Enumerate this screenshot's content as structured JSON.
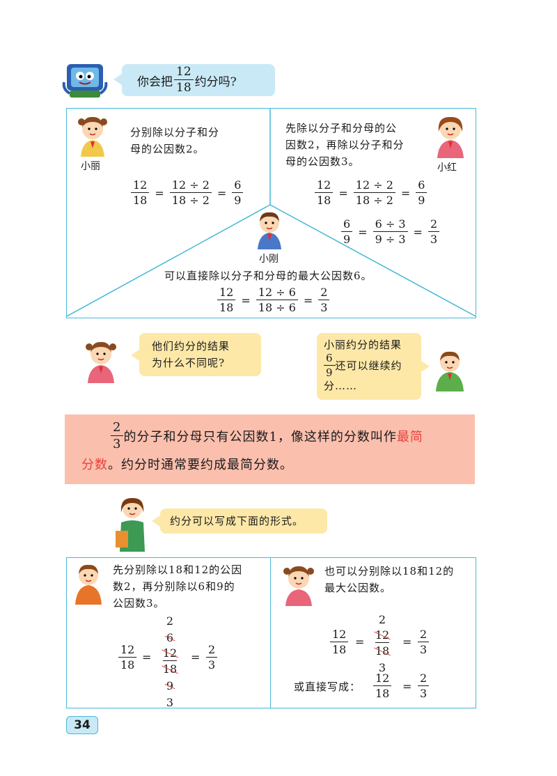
{
  "question": {
    "before": "你会把",
    "fraction": {
      "num": "12",
      "den": "18"
    },
    "after": "约分吗?"
  },
  "top_box": {
    "xiaoli": {
      "name": "小丽",
      "text": [
        "分别除以分子和分",
        "母的公因数2。"
      ],
      "eq": {
        "f1": [
          "12",
          "18"
        ],
        "f2": [
          "12 ÷ 2",
          "18 ÷ 2"
        ],
        "f3": [
          "6",
          "9"
        ]
      }
    },
    "xiaohong": {
      "name": "小红",
      "text": [
        "先除以分子和分母的公",
        "因数2，再除以分子和分",
        "母的公因数3。"
      ],
      "eq1": {
        "f1": [
          "12",
          "18"
        ],
        "f2": [
          "12 ÷ 2",
          "18 ÷ 2"
        ],
        "f3": [
          "6",
          "9"
        ]
      },
      "eq2": {
        "f1": [
          "6",
          "9"
        ],
        "f2": [
          "6 ÷ 3",
          "9 ÷ 3"
        ],
        "f3": [
          "2",
          "3"
        ]
      }
    },
    "xiaogang": {
      "name": "小刚",
      "text": "可以直接除以分子和分母的最大公因数6。",
      "eq": {
        "f1": [
          "12",
          "18"
        ],
        "f2": [
          "12 ÷ 6",
          "18 ÷ 6"
        ],
        "f3": [
          "2",
          "3"
        ]
      }
    }
  },
  "bubble_left": [
    "他们约分的结果",
    "为什么不同呢?"
  ],
  "bubble_right": {
    "line1": "小丽约分的结果",
    "frac": [
      "6",
      "9"
    ],
    "line2": "还可以继续约",
    "line3": "分……"
  },
  "definition": {
    "frac": [
      "2",
      "3"
    ],
    "part1": "的分子和分母只有公因数1，像这样的分数叫作",
    "term1": "最简",
    "term2": "分数",
    "part2": "。约分时通常要约成最简分数。"
  },
  "teacher_bubble": "约分可以写成下面的形式。",
  "bottom_left": {
    "text": [
      "先分别除以18和12的公因",
      "数2，再分别除以6和9的",
      "公因数3。"
    ],
    "stack": [
      "2",
      "6",
      "12",
      "18",
      "9",
      "3"
    ],
    "frac": [
      "12",
      "18"
    ],
    "result": [
      "2",
      "3"
    ]
  },
  "bottom_right": {
    "text": [
      "也可以分别除以18和12的",
      "最大公因数。"
    ],
    "stack": [
      "2",
      "12",
      "18",
      "3"
    ],
    "frac": [
      "12",
      "18"
    ],
    "result": [
      "2",
      "3"
    ],
    "direct_label": "或直接写成：",
    "direct_frac": [
      "12",
      "18"
    ],
    "direct_result": [
      "2",
      "3"
    ]
  },
  "equals": "=",
  "page_number": "34",
  "colors": {
    "border": "#43b8d8",
    "blue_bubble": "#c9e9f6",
    "yellow_bubble": "#fde8a8",
    "pink_box": "#fbbfad",
    "red_term": "#e8413e"
  }
}
